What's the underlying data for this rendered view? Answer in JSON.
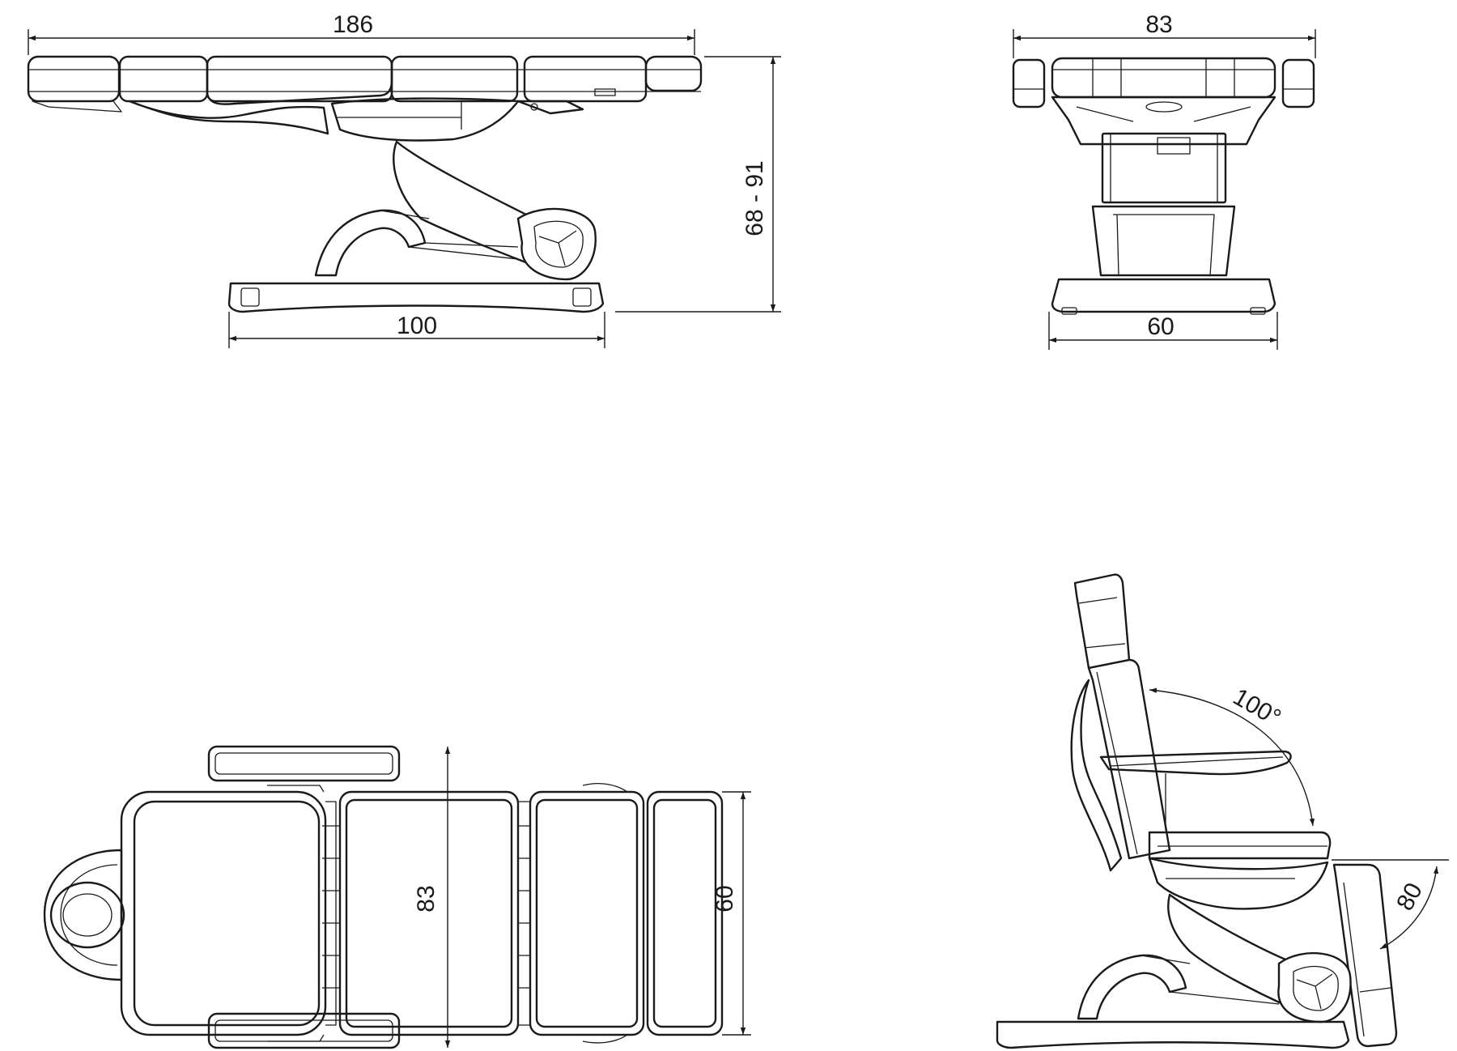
{
  "dimensions": {
    "side_length": "186",
    "side_height": "68 - 91",
    "side_base_length": "100",
    "front_width": "83",
    "front_base_width": "60",
    "top_width": "83",
    "top_seat_width": "60",
    "chair_back_angle": "100°",
    "chair_leg_angle": "80"
  }
}
